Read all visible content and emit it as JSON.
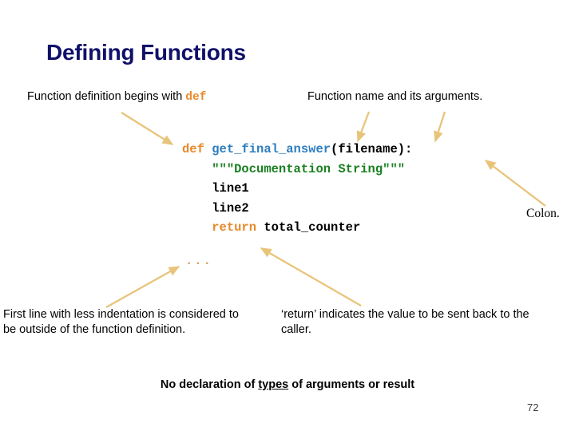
{
  "slide": {
    "title": "Defining Functions",
    "number": "72",
    "background_color": "#ffffff",
    "title_color": "#10106A",
    "arrow_color": "#E8C47A"
  },
  "callouts": {
    "def_note": {
      "text_before": "Function definition begins with ",
      "keyword": "def"
    },
    "name_note": "Function name and its arguments.",
    "colon_note": "Colon.",
    "indentation_note": "First line with less indentation is considered to be outside of the function definition.",
    "return_note": "‘return’ indicates the value to be sent back to the caller."
  },
  "code": {
    "lines": [
      {
        "indent": "",
        "tokens": [
          {
            "text": "def ",
            "kind": "kw"
          },
          {
            "text": "get_final_answer",
            "kind": "fname"
          },
          {
            "text": "(filename):",
            "kind": "plain"
          }
        ]
      },
      {
        "indent": "    ",
        "tokens": [
          {
            "text": "\"\"\"Documentation String\"\"\"",
            "kind": "str"
          }
        ]
      },
      {
        "indent": "    ",
        "tokens": [
          {
            "text": "line1",
            "kind": "plain"
          }
        ]
      },
      {
        "indent": "    ",
        "tokens": [
          {
            "text": "line2",
            "kind": "plain"
          }
        ]
      },
      {
        "indent": "    ",
        "tokens": [
          {
            "text": "return ",
            "kind": "kw"
          },
          {
            "text": "total_counter",
            "kind": "plain"
          }
        ]
      }
    ],
    "trailing_ellipsis": "...",
    "colors": {
      "keyword": "#E8892B",
      "function_name": "#2E7EBF",
      "plain": "#000000",
      "string": "#1A8020",
      "ellipsis": "#C9A45C"
    }
  },
  "footer": {
    "before": "No declaration of ",
    "underlined": "types",
    "after": " of arguments or result"
  }
}
